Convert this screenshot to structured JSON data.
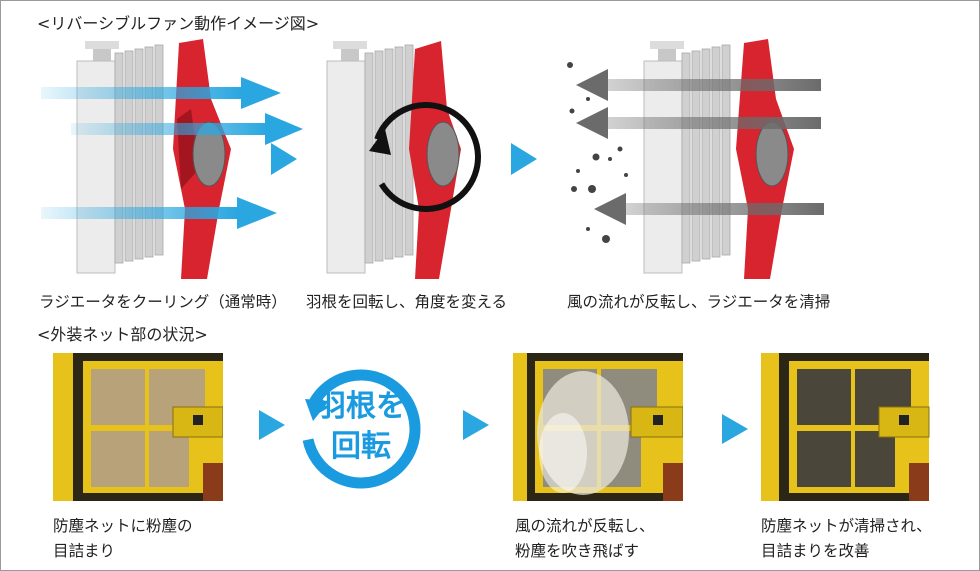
{
  "section1": {
    "title": "<リバーシブルファン動作イメージ図>",
    "captions": [
      "ラジエータをクーリング（通常時）",
      "羽根を回転し、角度を変える",
      "風の流れが反転し、ラジエータを清掃"
    ]
  },
  "section2": {
    "title": "<外装ネット部の状況>",
    "rotate_label_line1": "羽根を",
    "rotate_label_line2": "回転",
    "captions": [
      {
        "line1": "防塵ネットに粉塵の",
        "line2": "目詰まり"
      },
      {
        "line1": "風の流れが反転し、",
        "line2": "粉塵を吹き飛ばす"
      },
      {
        "line1": "防塵ネットが清掃され、",
        "line2": "目詰まりを改善"
      }
    ]
  },
  "colors": {
    "arrow_blue": "#2aa7e0",
    "arrow_gray": "#6b6b6b",
    "fan_red": "#d8242f",
    "rotate_circle": "#1a9be0",
    "machine_yellow": "#e7c21b"
  }
}
